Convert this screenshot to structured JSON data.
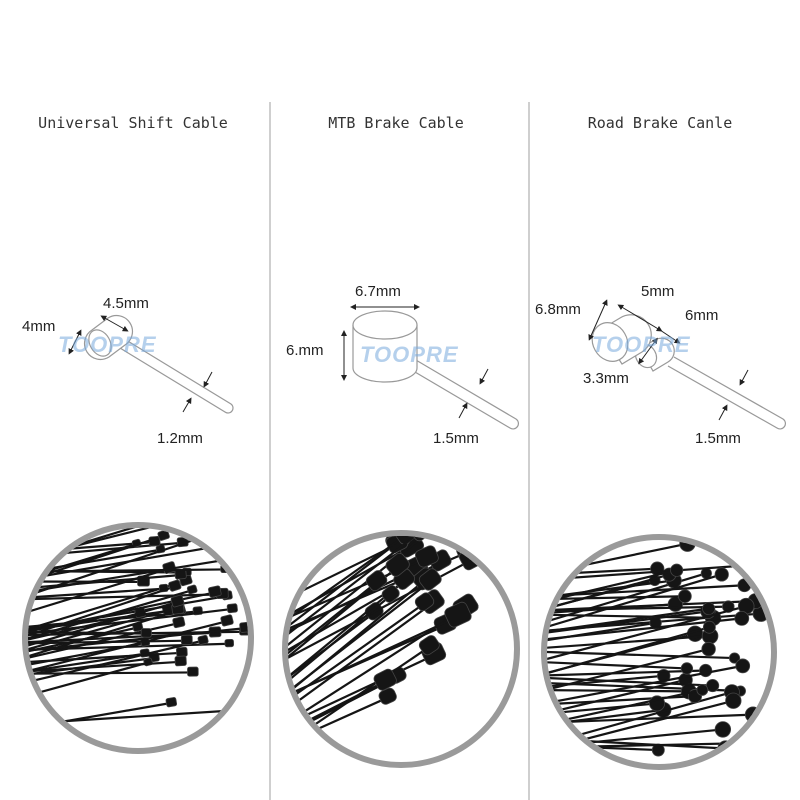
{
  "columns": [
    {
      "title": "Universal Shift Cable",
      "dims": [
        "4mm",
        "4.5mm",
        "1.2mm"
      ],
      "watermark": "TOOPRE"
    },
    {
      "title": "MTB Brake Cable",
      "dims": [
        "6.7mm",
        "6.mm",
        "1.5mm"
      ],
      "watermark": "TOOPRE"
    },
    {
      "title": "Road Brake Canle",
      "dims": [
        "6.8mm",
        "5mm",
        "6mm",
        "3.3mm",
        "1.5mm"
      ],
      "watermark": "TOOPRE"
    }
  ],
  "colors": {
    "divider": "#cfcfcf",
    "photo_border": "#9a9a9a",
    "cable": "#151515",
    "watermark": "#78aadc"
  }
}
